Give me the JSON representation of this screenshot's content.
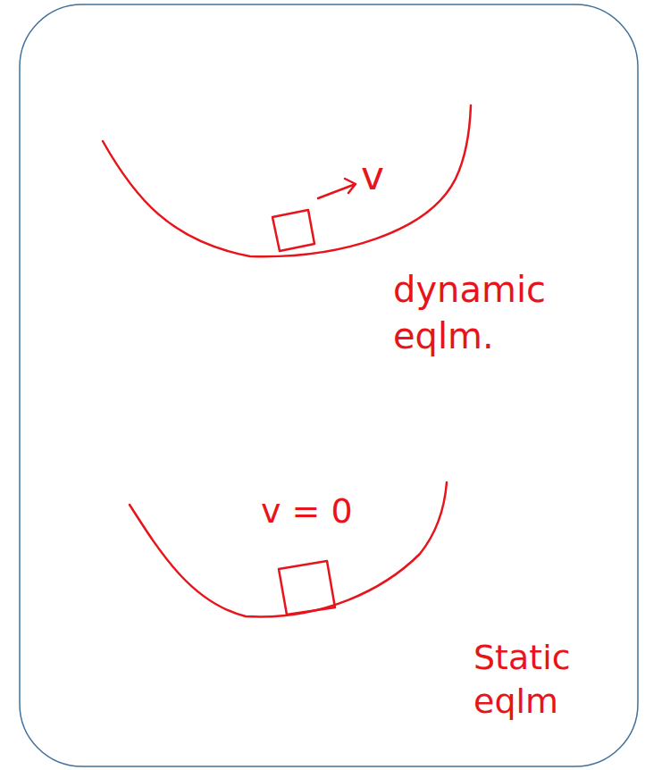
{
  "diagram": {
    "labels": [
      "v",
      "dynamic eqlm.",
      "v = 0",
      "Static eqlm"
    ]
  }
}
